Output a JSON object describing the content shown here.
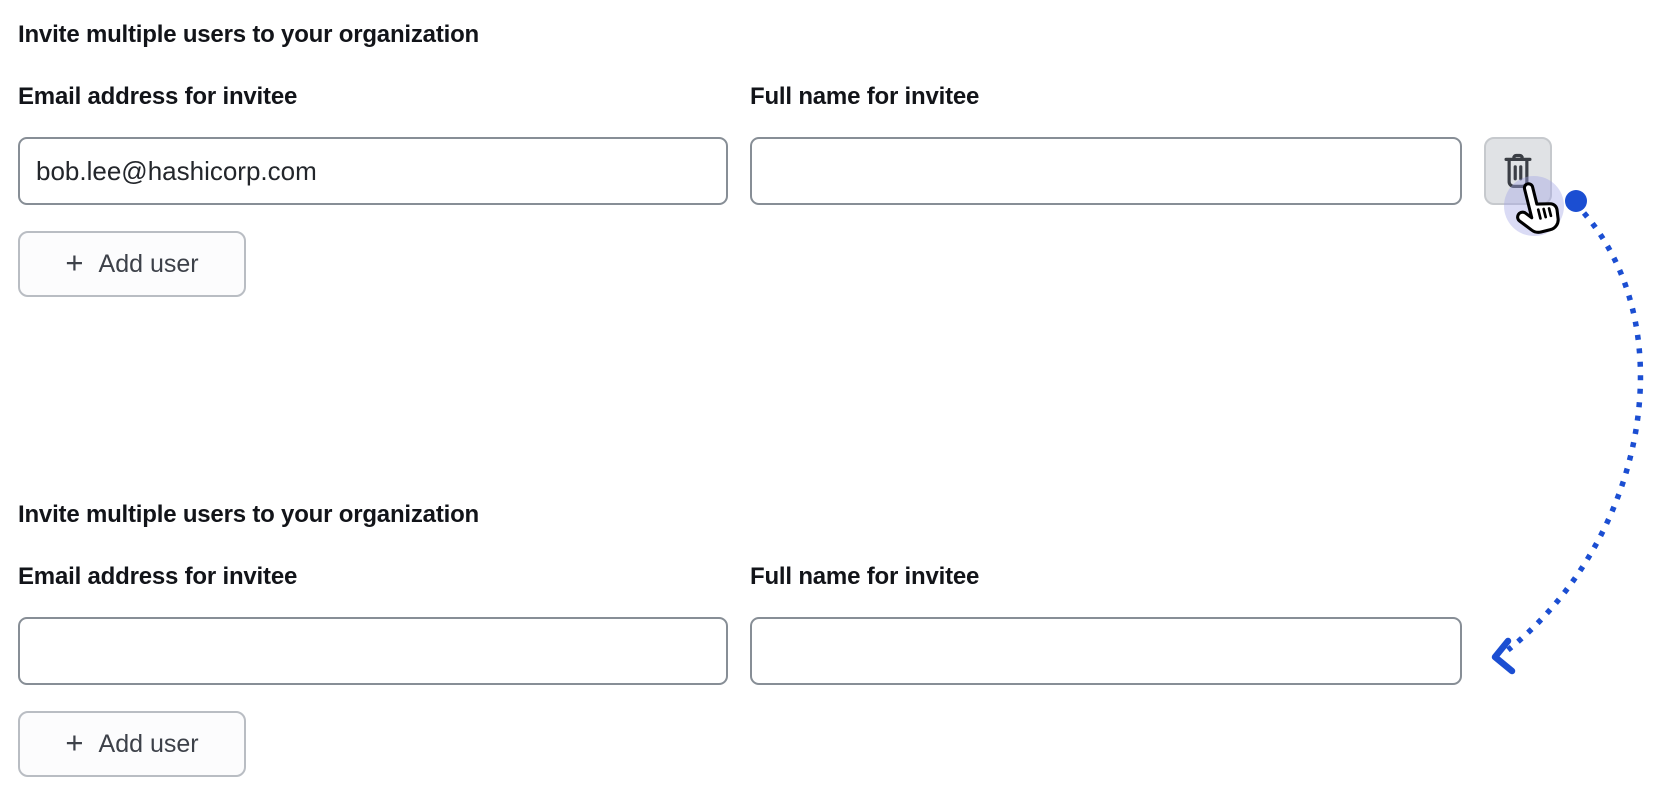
{
  "colors": {
    "accent_blue": "#1b4ed2",
    "halo_lavender": "#dcddf4",
    "input_border": "#878e96",
    "button_border": "#b9bdc3",
    "delete_button_bg": "#e0e2e5",
    "icon_gray": "#3b3e45",
    "text_dark": "#121419"
  },
  "icons": {
    "delete": "trash-icon",
    "add": "plus-icon",
    "cursor": "pointer-hand-icon"
  },
  "sections": [
    {
      "heading": "Invite multiple users to your organization",
      "email": {
        "label": "Email address for invitee",
        "value": "bob.lee@hashicorp.com"
      },
      "full_name": {
        "label": "Full name for invitee",
        "value": ""
      },
      "add_user": {
        "plus_icon": "+",
        "label": "Add user"
      }
    },
    {
      "heading": "Invite multiple users to your organization",
      "email": {
        "label": "Email address for invitee",
        "value": ""
      },
      "full_name": {
        "label": "Full name for invitee",
        "value": ""
      },
      "add_user": {
        "plus_icon": "+",
        "label": "Add user"
      }
    }
  ]
}
